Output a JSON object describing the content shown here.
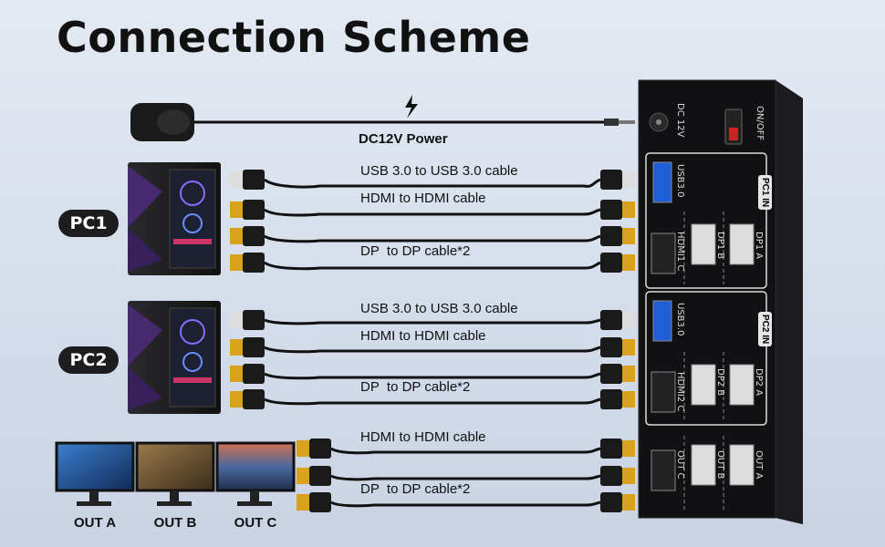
{
  "title": "Connection Scheme",
  "power": {
    "label": "DC12V Power",
    "jack_label": "DC 12V",
    "switch_label": "ON/OFF"
  },
  "pcs": [
    {
      "name": "PC1",
      "cables": [
        "USB 3.0 to USB 3.0 cable",
        "HDMI to HDMI cable",
        "DP  to DP cable*2"
      ]
    },
    {
      "name": "PC2",
      "cables": [
        "USB 3.0 to USB 3.0 cable",
        "HDMI to HDMI cable",
        "DP  to DP cable*2"
      ]
    }
  ],
  "outputs": {
    "cables": [
      "HDMI to HDMI cable",
      "DP  to DP cable*2"
    ],
    "monitors": [
      "OUT A",
      "OUT B",
      "OUT C"
    ]
  },
  "device": {
    "pc1_badge": "PC1 IN",
    "pc2_badge": "PC2 IN",
    "pc1_ports": [
      "USB3.0",
      "HDMI1 C",
      "DP1 B",
      "DP1 A"
    ],
    "pc2_ports": [
      "USB3.0",
      "HDMI2 C",
      "DP2 B",
      "DP2 A"
    ],
    "out_ports": [
      "OUT C",
      "OUT B",
      "OUT A"
    ]
  },
  "colors": {
    "cable": "#111111",
    "connector_gold": "#d8a21c",
    "usb_blue": "#1f5fd6",
    "pill": "#1d1d1f"
  }
}
